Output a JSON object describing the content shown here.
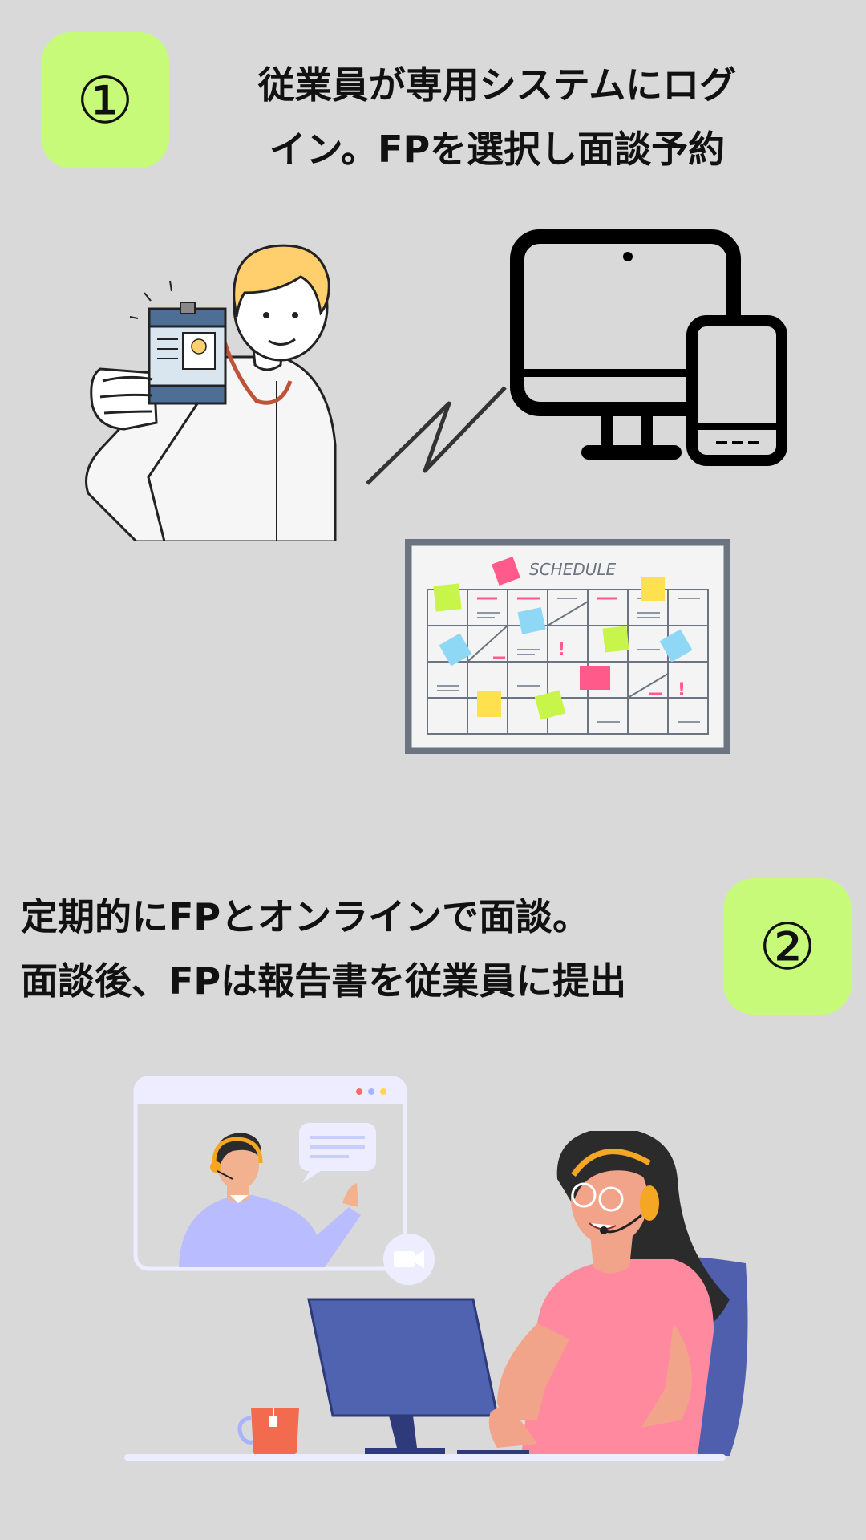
{
  "step1": {
    "number": "①",
    "lines": [
      "従業員が専用システムにログ",
      "イン。FPを選択し面談予約"
    ]
  },
  "step2": {
    "number": "②",
    "lines": [
      "定期的にFPとオンラインで面談。",
      "面談後、FPは報告書を従業員に提出"
    ]
  },
  "schedule_board": {
    "title": "SCHEDULE"
  },
  "colors": {
    "background": "#d9d9d9",
    "badge": "#c8fa7a",
    "shirt_pink": "#ff8aa0",
    "monitor_blue": "#5063b0",
    "window_lavender": "#ededff"
  },
  "icons": [
    "employee-id-card-illustration",
    "monitor-icon",
    "smartphone-icon",
    "schedule-board-illustration",
    "video-call-illustration",
    "video-camera-icon",
    "headset-icon",
    "mug-icon"
  ]
}
